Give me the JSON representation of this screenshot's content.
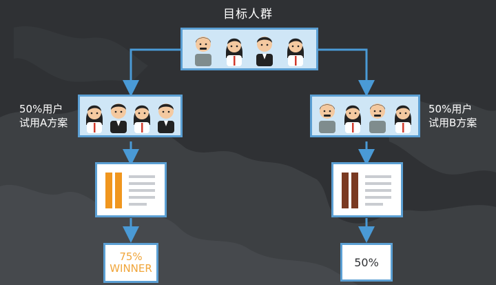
{
  "title": "目标人群",
  "group_a": {
    "line1": "50%用户",
    "line2": "试用A方案"
  },
  "group_b": {
    "line1": "50%用户",
    "line2": "试用B方案"
  },
  "result_a": {
    "value": "75%",
    "tag": "WINNER"
  },
  "result_b": {
    "value": "50%"
  },
  "colors": {
    "background": "#2f3134",
    "panel_fill": "#cfe6f6",
    "panel_border": "#5b9fd3",
    "arrow": "#4a9ad6",
    "variant_a": "#f0961e",
    "variant_b": "#7a3a22",
    "winner_text": "#f0a53a",
    "result_b_text": "#2f3134"
  },
  "people": {
    "top": [
      "man-mustache",
      "woman",
      "man-suit",
      "woman"
    ],
    "group_a": [
      "woman",
      "man-suit",
      "woman",
      "man-suit"
    ],
    "group_b": [
      "man-mustache",
      "woman",
      "man-mustache",
      "woman"
    ]
  }
}
